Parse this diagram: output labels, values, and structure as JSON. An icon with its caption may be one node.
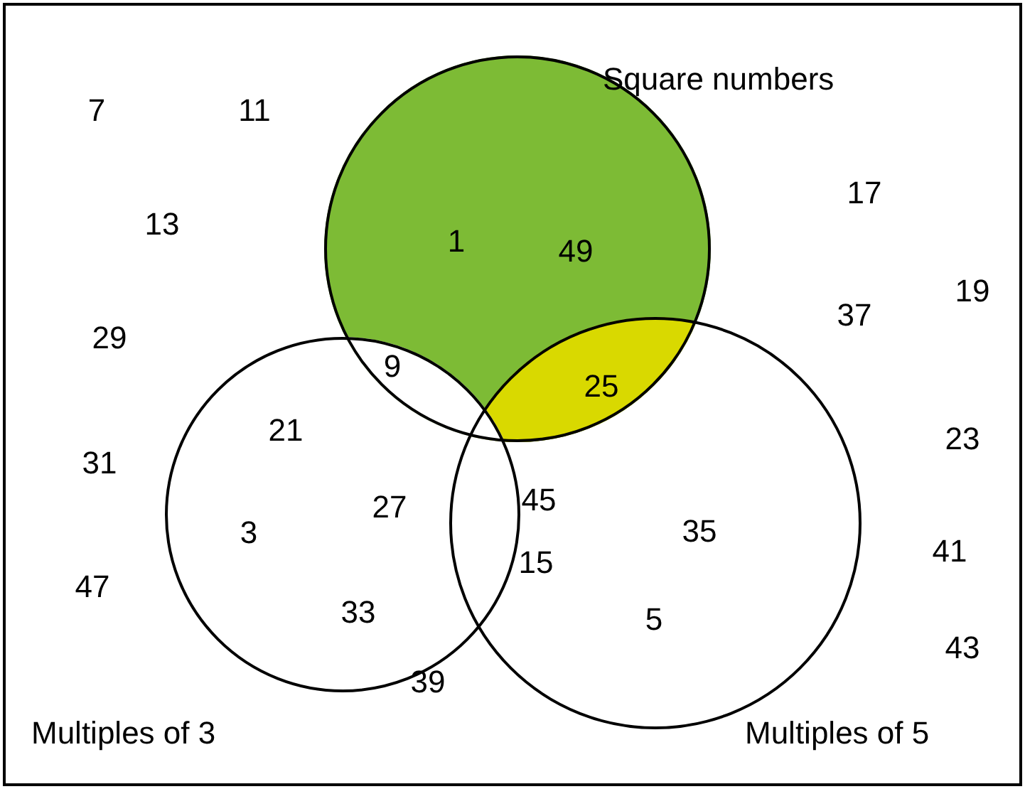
{
  "diagram": {
    "nodes": [
      {
        "text": [
          "Square numbers"
        ]
      },
      {
        "text": [
          "Multiples of 3"
        ]
      },
      {
        "text": [
          "Multiples of 5"
        ]
      }
    ],
    "labels": [
      "7",
      "11",
      "17",
      "13",
      "1",
      "49",
      "19",
      "37",
      "29",
      "9",
      "25",
      "21",
      "23",
      "31",
      "45",
      "27",
      "35",
      "3",
      "41",
      "15",
      "47",
      "33",
      "5",
      "43",
      "39"
    ]
  }
}
